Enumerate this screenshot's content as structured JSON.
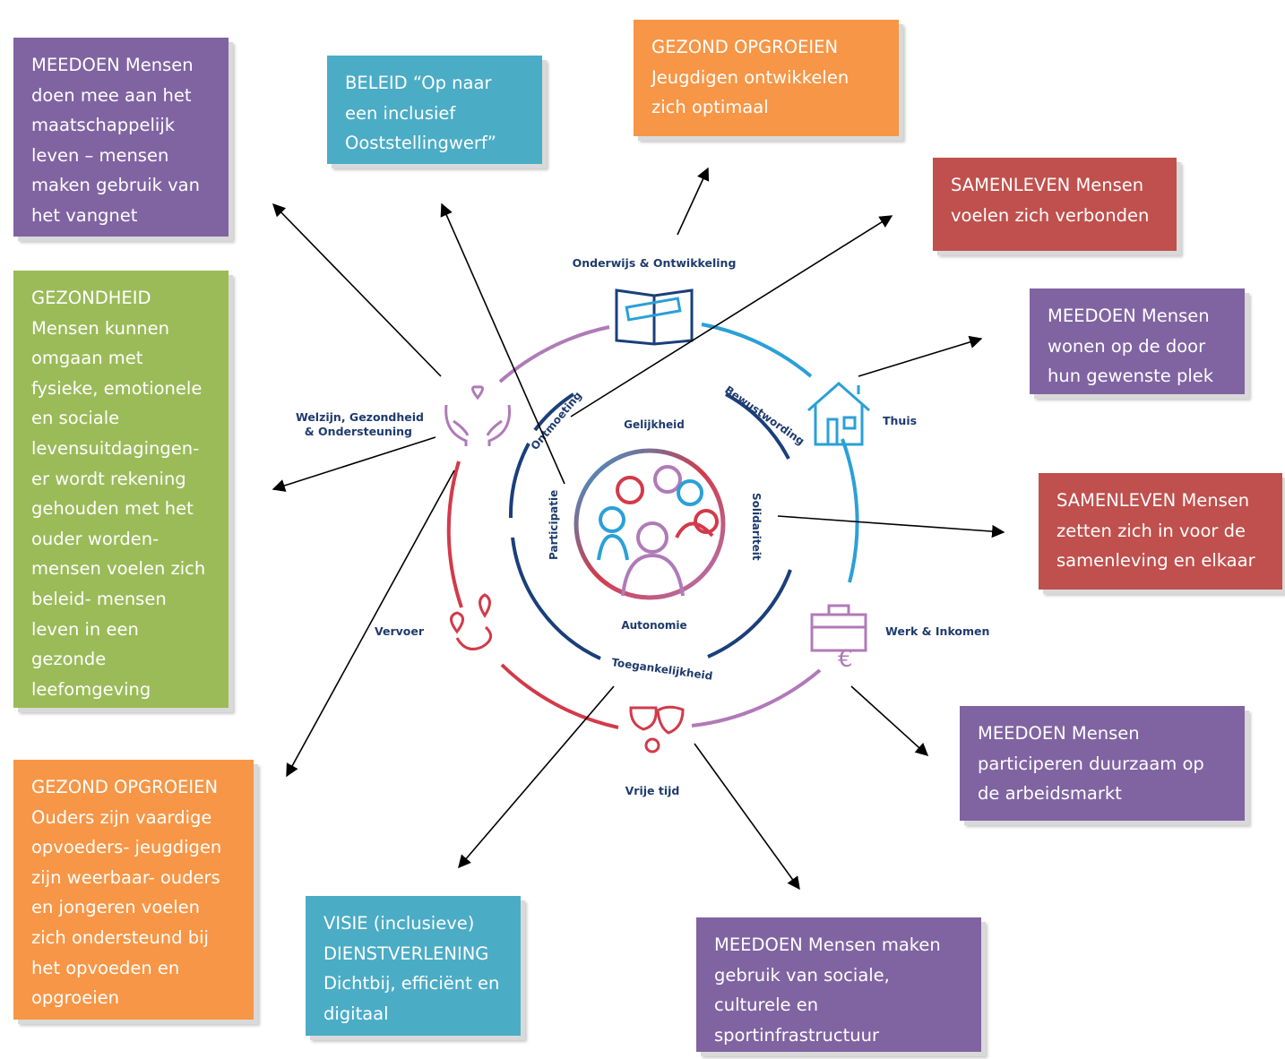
{
  "boxes": {
    "meedoen_vangnet": [
      "MEEDOEN Mensen",
      "doen mee aan het",
      "maatschappelijk",
      "leven – mensen",
      "maken gebruik van",
      "het vangnet"
    ],
    "beleid": [
      "BELEID “Op naar",
      "een inclusief",
      "Ooststellingwerf”"
    ],
    "gezond_opgroeien_top": [
      "GEZOND OPGROEIEN",
      "Jeugdigen ontwikkelen",
      "zich optimaal"
    ],
    "samenleven_verbonden": [
      "SAMENLEVEN Mensen",
      "voelen zich verbonden"
    ],
    "meedoen_wonen": [
      "MEEDOEN Mensen",
      "wonen op de door",
      "hun gewenste plek"
    ],
    "gezondheid": [
      "GEZONDHEID",
      "Mensen kunnen",
      "omgaan met",
      "fysieke, emotionele",
      "en sociale",
      "levensuitdagingen-",
      "er wordt rekening",
      "gehouden met het",
      "ouder worden-",
      "mensen voelen zich",
      "beleid- mensen",
      "leven in een",
      "gezonde",
      "leefomgeving"
    ],
    "samenleven_inzetten": [
      "SAMENLEVEN Mensen",
      "zetten zich in voor de",
      "samenleving en elkaar"
    ],
    "meedoen_arbeidsmarkt": [
      "MEEDOEN Mensen",
      "participeren duurzaam op",
      "de arbeidsmarkt"
    ],
    "gezond_opgroeien_bottom": [
      "GEZOND OPGROEIEN",
      "Ouders zijn vaardige",
      "opvoeders- jeugdigen",
      "zijn weerbaar- ouders",
      "en jongeren voelen",
      "zich ondersteund bij",
      "het opvoeden en",
      "opgroeien"
    ],
    "visie": [
      "VISIE  (inclusieve)",
      "DIENSTVERLENING",
      "Dichtbij, efficiënt en",
      "digitaal"
    ],
    "meedoen_infrastructuur": [
      "MEEDOEN Mensen maken",
      "gebruik van sociale,",
      "culturele en",
      "sportinfrastructuur"
    ]
  },
  "domains": {
    "onderwijs": "Onderwijs & Ontwikkeling",
    "thuis": "Thuis",
    "werk": "Werk & Inkomen",
    "vrije_tijd": "Vrije tijd",
    "vervoer": "Vervoer",
    "welzijn_1": "Welzijn, Gezondheid",
    "welzijn_2": "& Ondersteuning"
  },
  "values": {
    "ontmoeting": "Ontmoeting",
    "bewustwording": "Bewustwording",
    "toegankelijkheid": "Toegankelijkheid",
    "gelijkheid": "Gelijkheid",
    "autonomie": "Autonomie",
    "participatie": "Participatie",
    "solidariteit": "Solidariteit"
  },
  "colors": {
    "purple": "#8064a2",
    "teal": "#4bacc6",
    "orange": "#f79646",
    "green": "#9bbb59",
    "red": "#c0504d",
    "navy": "#1f3b6e",
    "ring_blue": "#2aa0d8",
    "ring_red": "#d23a4a",
    "ring_purple": "#b07ab8"
  }
}
